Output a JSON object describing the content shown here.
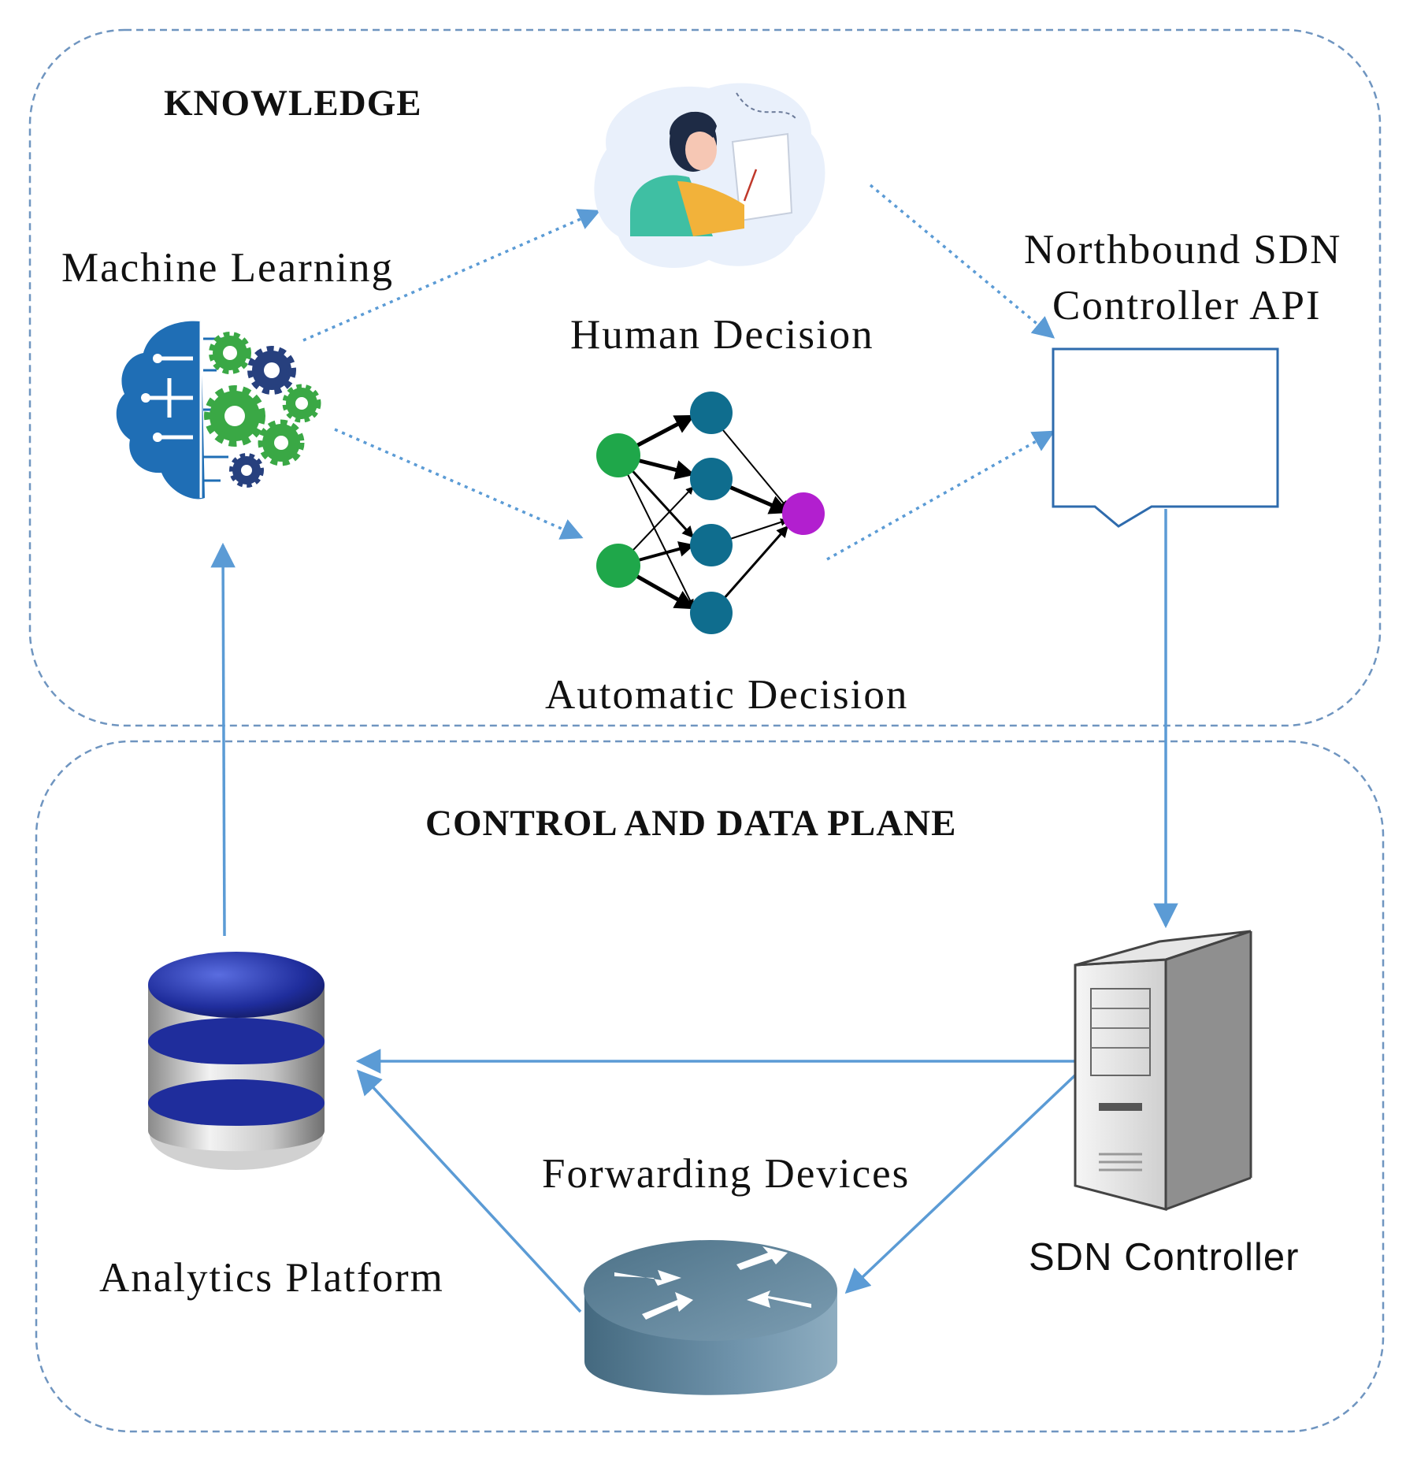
{
  "colors": {
    "accent": "#5b9bd5",
    "region_border": "#6f95c0",
    "ml_blue": "#1f6eb5",
    "gear_green": "#3aa845",
    "gear_navy": "#27407e",
    "node_green": "#1fa74a",
    "node_teal": "#0f6d8e",
    "node_purple": "#b21fcf",
    "router": "#5a7f97",
    "db_blue": "#1f2d9c"
  },
  "regions": {
    "knowledge": {
      "title": "KNOWLEDGE"
    },
    "control": {
      "title": "CONTROL AND DATA PLANE"
    }
  },
  "nodes": {
    "machine_learning": {
      "label": "Machine Learning",
      "icon": "ml-brain-gears-icon"
    },
    "human_decision": {
      "label": "Human Decision",
      "icon": "person-writing-icon"
    },
    "automatic_decision": {
      "label": "Automatic Decision",
      "icon": "neural-network-icon"
    },
    "northbound_api": {
      "label_line1": "Northbound SDN",
      "label_line2": "Controller API",
      "icon": "callout-box-icon"
    },
    "analytics_platform": {
      "label": "Analytics Platform",
      "icon": "database-icon"
    },
    "forwarding_devices": {
      "label": "Forwarding Devices",
      "icon": "router-icon"
    },
    "sdn_controller": {
      "label": "SDN Controller",
      "icon": "server-tower-icon"
    }
  }
}
